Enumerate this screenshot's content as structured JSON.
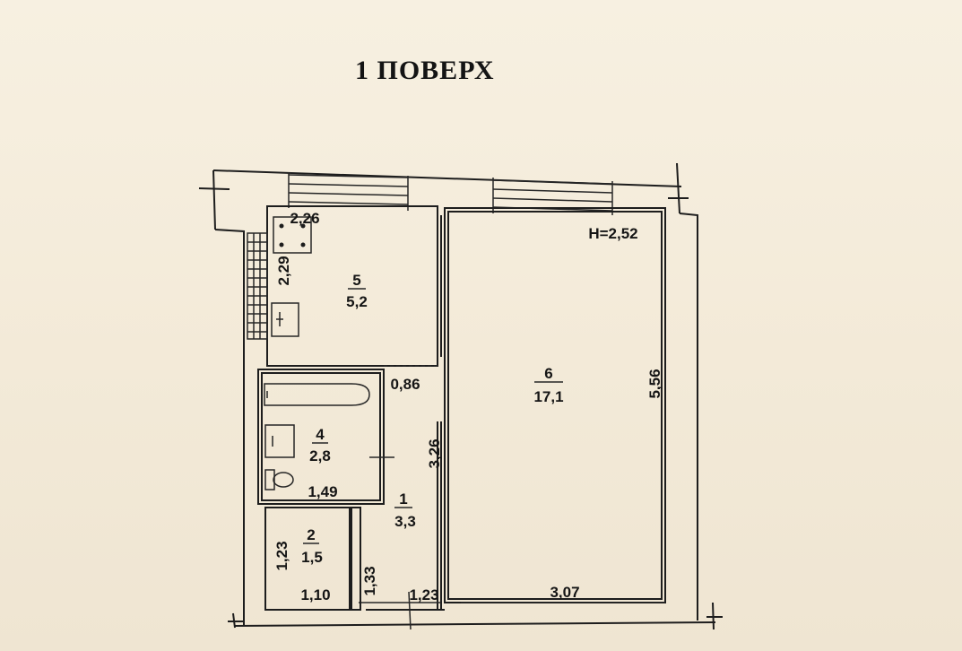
{
  "title": "1 ПОВЕРХ",
  "ceiling_height": "H=2,52",
  "rooms": [
    {
      "number": "1",
      "area": "3,3"
    },
    {
      "number": "2",
      "area": "1,5"
    },
    {
      "number": "4",
      "area": "2,8"
    },
    {
      "number": "5",
      "area": "5,2"
    },
    {
      "number": "6",
      "area": "17,1"
    }
  ],
  "dimensions": {
    "kitchen_width": "2,26",
    "kitchen_depth": "2,29",
    "hall_opening": "0,86",
    "bath_width": "1,49",
    "hall_length": "3,26",
    "wc_depth": "1,23",
    "wc_width": "1,10",
    "hall_bottom_depth": "1,33",
    "hall_bottom_width": "1,23",
    "living_width": "3,07",
    "living_length": "5,56"
  }
}
